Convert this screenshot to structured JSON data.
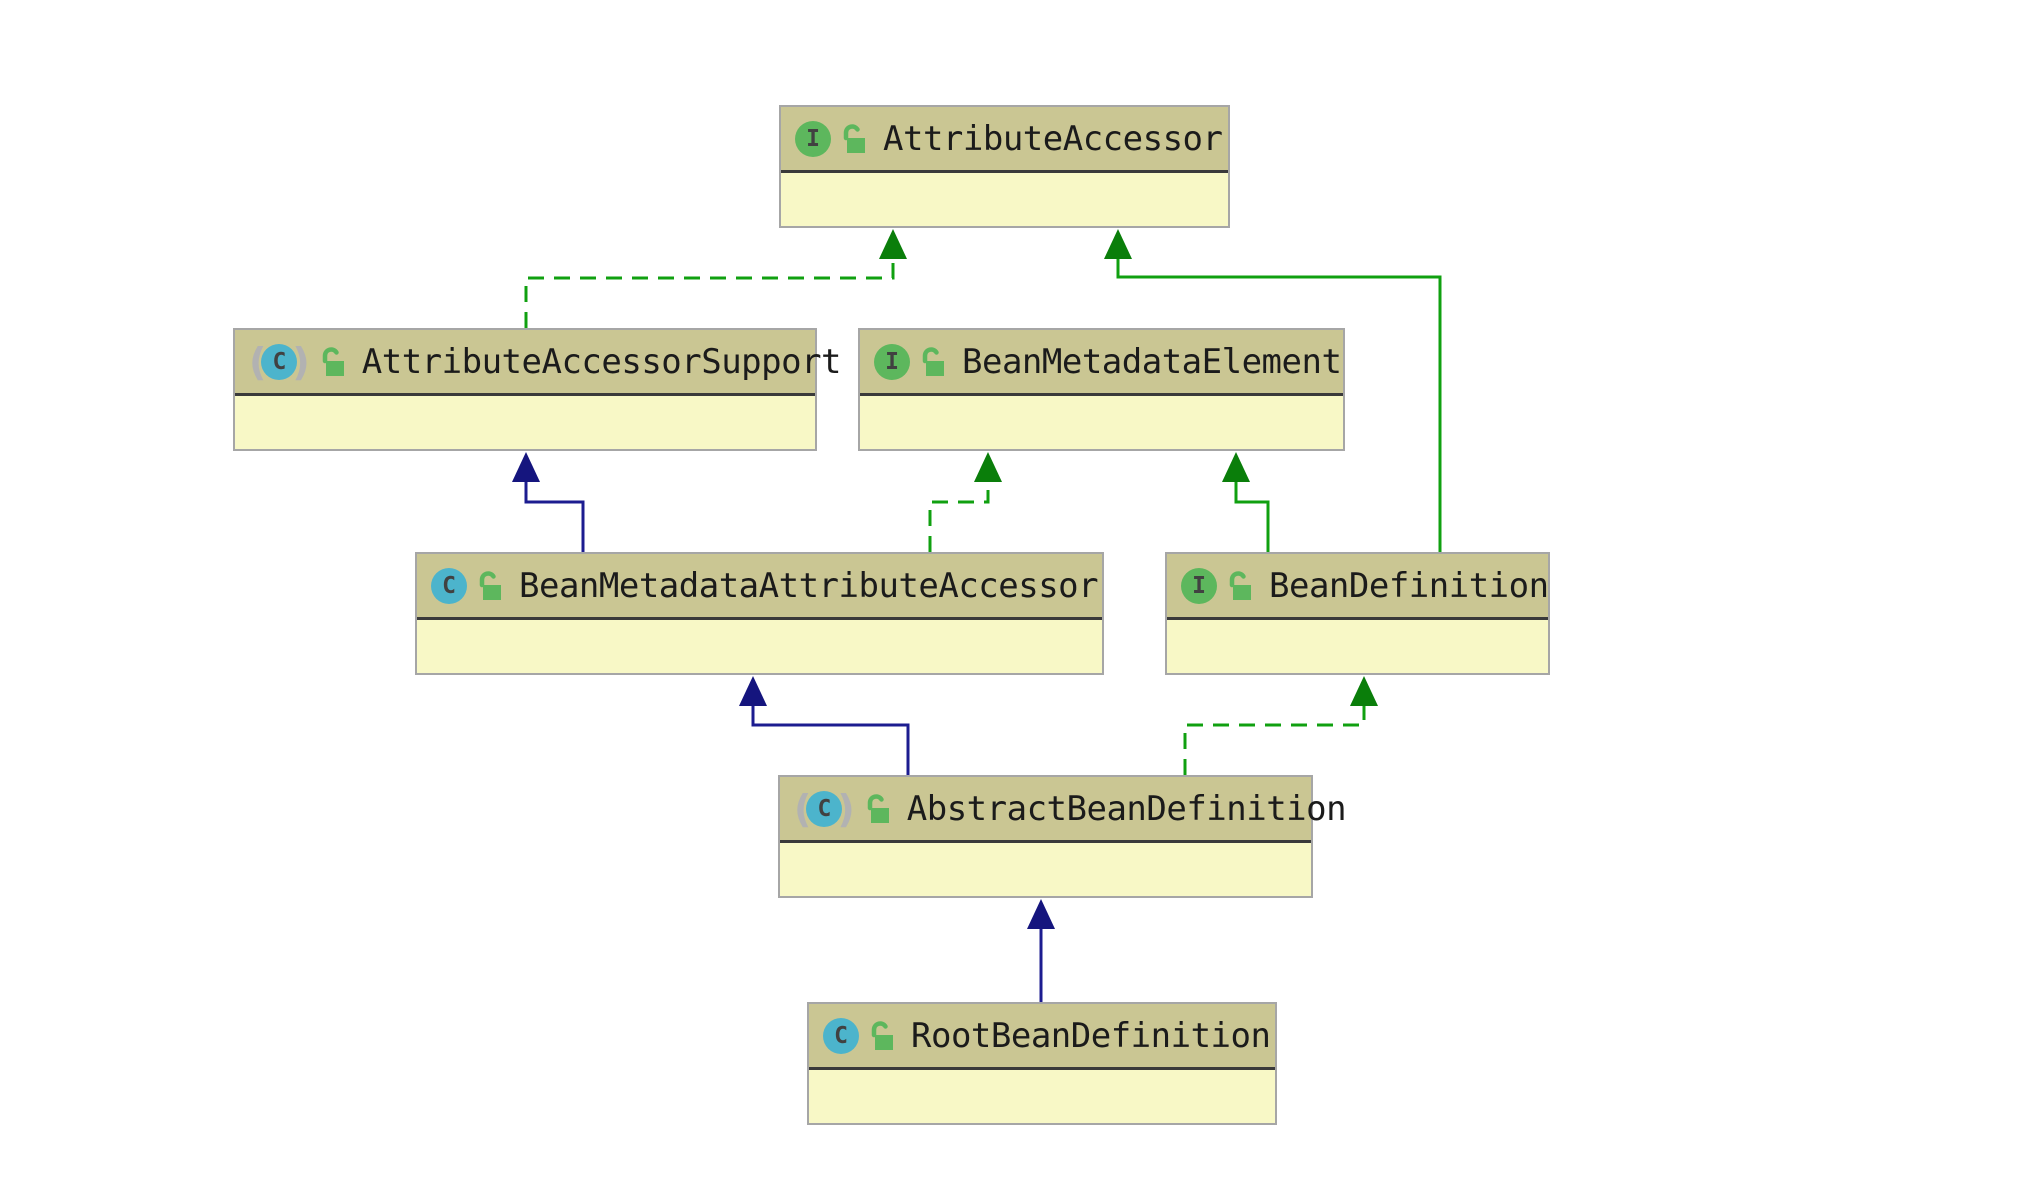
{
  "diagram": {
    "type": "uml-class-diagram",
    "classes": [
      {
        "name": "AttributeAccessor",
        "kind": "interface",
        "icon_letter": "I",
        "visibility": "public"
      },
      {
        "name": "AttributeAccessorSupport",
        "kind": "abstract-class",
        "icon_letter": "C",
        "visibility": "public"
      },
      {
        "name": "BeanMetadataElement",
        "kind": "interface",
        "icon_letter": "I",
        "visibility": "public"
      },
      {
        "name": "BeanMetadataAttributeAccessor",
        "kind": "class",
        "icon_letter": "C",
        "visibility": "public"
      },
      {
        "name": "BeanDefinition",
        "kind": "interface",
        "icon_letter": "I",
        "visibility": "public"
      },
      {
        "name": "AbstractBeanDefinition",
        "kind": "abstract-class",
        "icon_letter": "C",
        "visibility": "public"
      },
      {
        "name": "RootBeanDefinition",
        "kind": "class",
        "icon_letter": "C",
        "visibility": "public"
      }
    ],
    "relationships": [
      {
        "from": "AttributeAccessorSupport",
        "to": "AttributeAccessor",
        "type": "implements",
        "line_style": "dashed-green"
      },
      {
        "from": "BeanDefinition",
        "to": "AttributeAccessor",
        "type": "extends",
        "line_style": "solid-green"
      },
      {
        "from": "BeanMetadataAttributeAccessor",
        "to": "AttributeAccessorSupport",
        "type": "extends",
        "line_style": "solid-blue"
      },
      {
        "from": "BeanMetadataAttributeAccessor",
        "to": "BeanMetadataElement",
        "type": "implements",
        "line_style": "dashed-green"
      },
      {
        "from": "BeanDefinition",
        "to": "BeanMetadataElement",
        "type": "extends",
        "line_style": "solid-green"
      },
      {
        "from": "AbstractBeanDefinition",
        "to": "BeanMetadataAttributeAccessor",
        "type": "extends",
        "line_style": "solid-blue"
      },
      {
        "from": "AbstractBeanDefinition",
        "to": "BeanDefinition",
        "type": "implements",
        "line_style": "dashed-green"
      },
      {
        "from": "RootBeanDefinition",
        "to": "AbstractBeanDefinition",
        "type": "extends",
        "line_style": "solid-blue"
      }
    ],
    "icon_decorations": {
      "abstract_paren_open": "(",
      "abstract_paren_close": ")"
    },
    "colors": {
      "node_header": "#cac693",
      "node_body": "#f8f8c6",
      "node_border": "#a6a6a6",
      "header_divider": "#3a3a3a",
      "extends_class_line": "#1c1c90",
      "interface_line": "#10a010",
      "interface_icon_bg": "#5db75d",
      "class_icon_bg": "#4cb4cc",
      "unlock_icon": "#5db75d"
    }
  }
}
